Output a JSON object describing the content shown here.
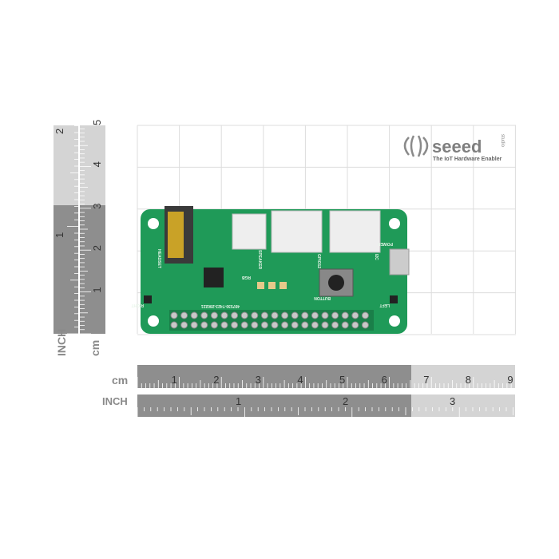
{
  "logo": {
    "brand": "seeed",
    "sub": "studio",
    "tagline": "The IoT Hardware Enabler"
  },
  "rulers": {
    "horizontal_cm": {
      "unit_label": "cm",
      "ticks": [
        "1",
        "2",
        "3",
        "4",
        "5",
        "6",
        "7",
        "8",
        "9"
      ]
    },
    "horizontal_inch": {
      "unit_label": "INCH",
      "ticks": [
        "1",
        "2",
        "3"
      ]
    },
    "vertical_cm": {
      "unit_label": "cm",
      "ticks": [
        "1",
        "2",
        "3",
        "4",
        "5"
      ]
    },
    "vertical_inch": {
      "unit_label": "INCH",
      "ticks": [
        "1",
        "2"
      ]
    }
  },
  "board": {
    "color": "#1f9a58",
    "labels": {
      "headset": "HEADSET",
      "speaker": "SPEAKER",
      "gpio": "GPIO12",
      "i2c": "I2C",
      "power": "POWER",
      "button": "BUTTON",
      "rgb": "RGB",
      "right": "RIGHT",
      "left": "LEFT",
      "part": "497530-T423-280221"
    }
  }
}
